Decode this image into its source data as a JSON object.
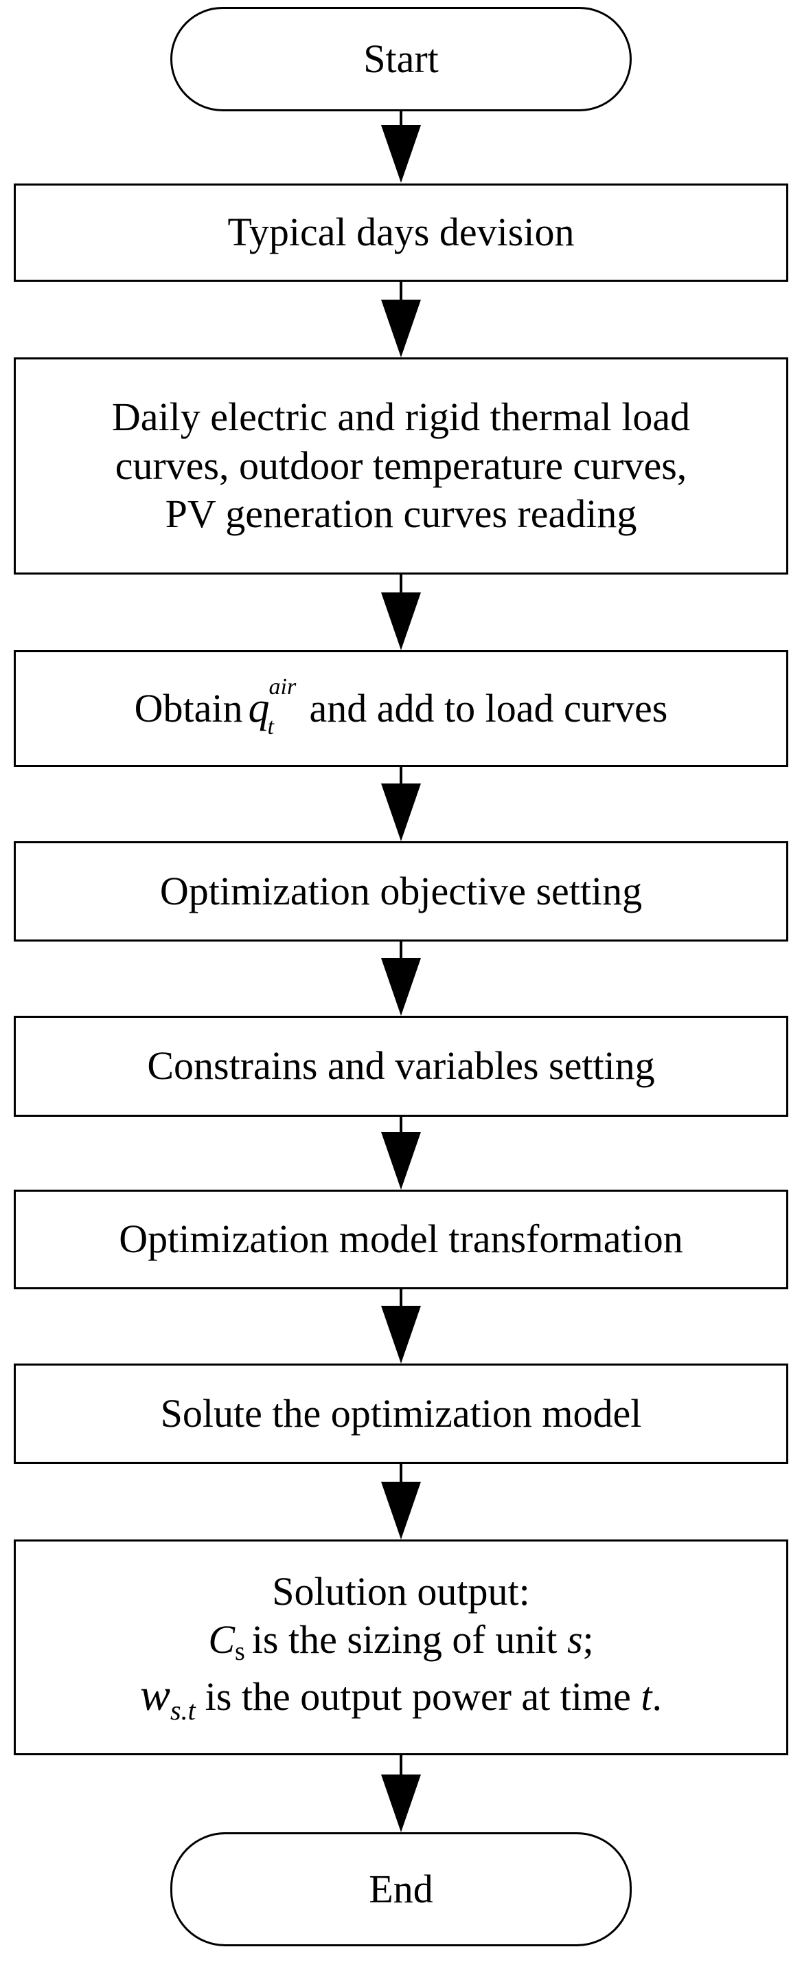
{
  "flowchart": {
    "start_label": "Start",
    "steps": [
      "Typical days devision",
      "Daily electric and rigid thermal load",
      "curves, outdoor temperature curves,",
      "PV generation curves reading",
      "Obtain",
      "q",
      "air",
      "t",
      "and add to load curves",
      "Optimization objective setting",
      "Constrains and variables setting",
      "Optimization model transformation",
      "Solute the optimization model"
    ],
    "output": {
      "title": "Solution output:",
      "c_symbol": "C",
      "c_sub": "s",
      "c_text": "is the sizing of unit",
      "c_unit": "s",
      "c_end": ";",
      "w_symbol": "w",
      "w_sub": "s.t",
      "w_text": "is the output power at time",
      "w_time": "t",
      "w_end": "."
    },
    "end_label": "End"
  }
}
